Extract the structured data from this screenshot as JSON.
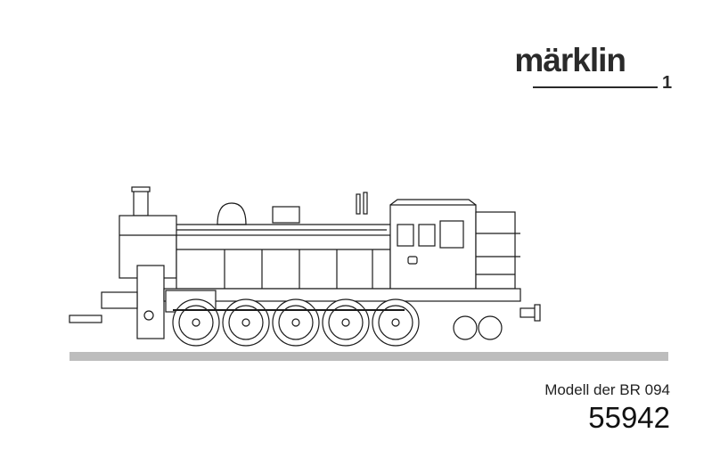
{
  "logo": {
    "brand": "märklin",
    "gauge": "1"
  },
  "illustration": {
    "subject": "steam locomotive side view",
    "icon": "locomotive-drawing"
  },
  "caption": {
    "model": "Modell der BR 094",
    "article_number": "55942"
  },
  "colors": {
    "ink": "#1a1a1a",
    "rail": "#bdbdbd",
    "background": "#ffffff"
  }
}
